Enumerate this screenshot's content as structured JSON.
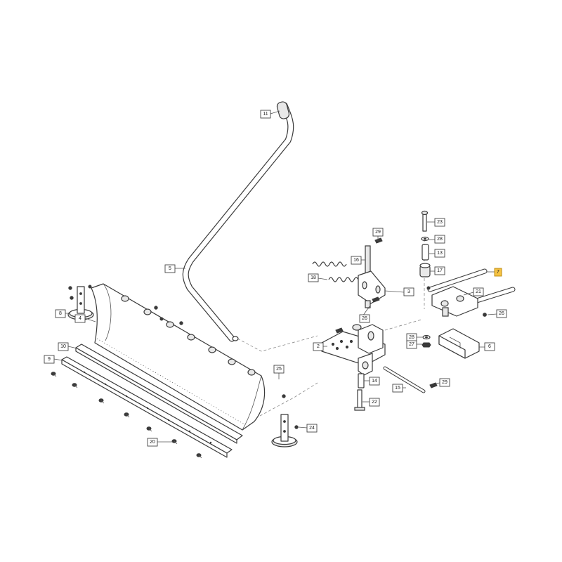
{
  "callouts": [
    {
      "id": "c11",
      "text": "11"
    },
    {
      "id": "c5",
      "text": "5"
    },
    {
      "id": "c4",
      "text": "4"
    },
    {
      "id": "c8a",
      "text": "8"
    },
    {
      "id": "c8b",
      "text": "8"
    },
    {
      "id": "c10",
      "text": "10"
    },
    {
      "id": "c9",
      "text": "9"
    },
    {
      "id": "c20",
      "text": "20"
    },
    {
      "id": "c25",
      "text": "25"
    },
    {
      "id": "c24",
      "text": "24"
    },
    {
      "id": "c29a",
      "text": "29"
    },
    {
      "id": "c16",
      "text": "16"
    },
    {
      "id": "c18",
      "text": "18"
    },
    {
      "id": "c3",
      "text": "3"
    },
    {
      "id": "c26a",
      "text": "26"
    },
    {
      "id": "c2",
      "text": "2"
    },
    {
      "id": "c14",
      "text": "14"
    },
    {
      "id": "c22",
      "text": "22"
    },
    {
      "id": "c15",
      "text": "15"
    },
    {
      "id": "c29b",
      "text": "29"
    },
    {
      "id": "c23",
      "text": "23"
    },
    {
      "id": "c28a",
      "text": "28"
    },
    {
      "id": "c13",
      "text": "13"
    },
    {
      "id": "c17",
      "text": "17"
    },
    {
      "id": "c7",
      "text": "7",
      "highlight": true
    },
    {
      "id": "c21",
      "text": "21"
    },
    {
      "id": "c26b",
      "text": "26"
    },
    {
      "id": "c28b",
      "text": "28"
    },
    {
      "id": "c27",
      "text": "27"
    },
    {
      "id": "c6",
      "text": "6"
    }
  ],
  "colors": {
    "line": "#3a3a3a",
    "highlight": "#f5c242"
  }
}
